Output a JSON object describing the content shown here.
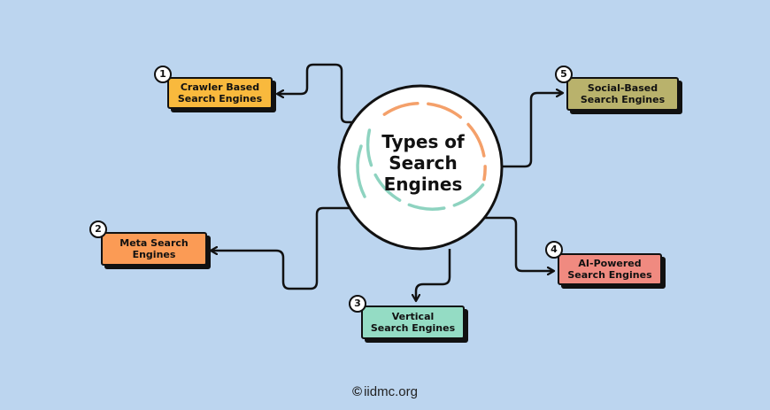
{
  "center": {
    "title": "Types of\nSearch\nEngines"
  },
  "nodes": [
    {
      "id": "crawler",
      "number": "1",
      "label": "Crawler Based\nSearch Engines",
      "color": "#f9b93d"
    },
    {
      "id": "meta",
      "number": "2",
      "label": "Meta Search\nEngines",
      "color": "#fb9b55"
    },
    {
      "id": "vertical",
      "number": "3",
      "label": "Vertical\nSearch Engines",
      "color": "#94dcc4"
    },
    {
      "id": "ai",
      "number": "4",
      "label": "AI-Powered\nSearch Engines",
      "color": "#f08a80"
    },
    {
      "id": "social",
      "number": "5",
      "label": "Social-Based\nSearch Engines",
      "color": "#b9b26c"
    }
  ],
  "footer": {
    "copyright_symbol": "©",
    "text": "iidmc.org"
  },
  "colors": {
    "background": "#bcd5ef",
    "ring_orange": "#f4a06a",
    "ring_teal": "#8ed3c0",
    "stroke": "#111111"
  }
}
